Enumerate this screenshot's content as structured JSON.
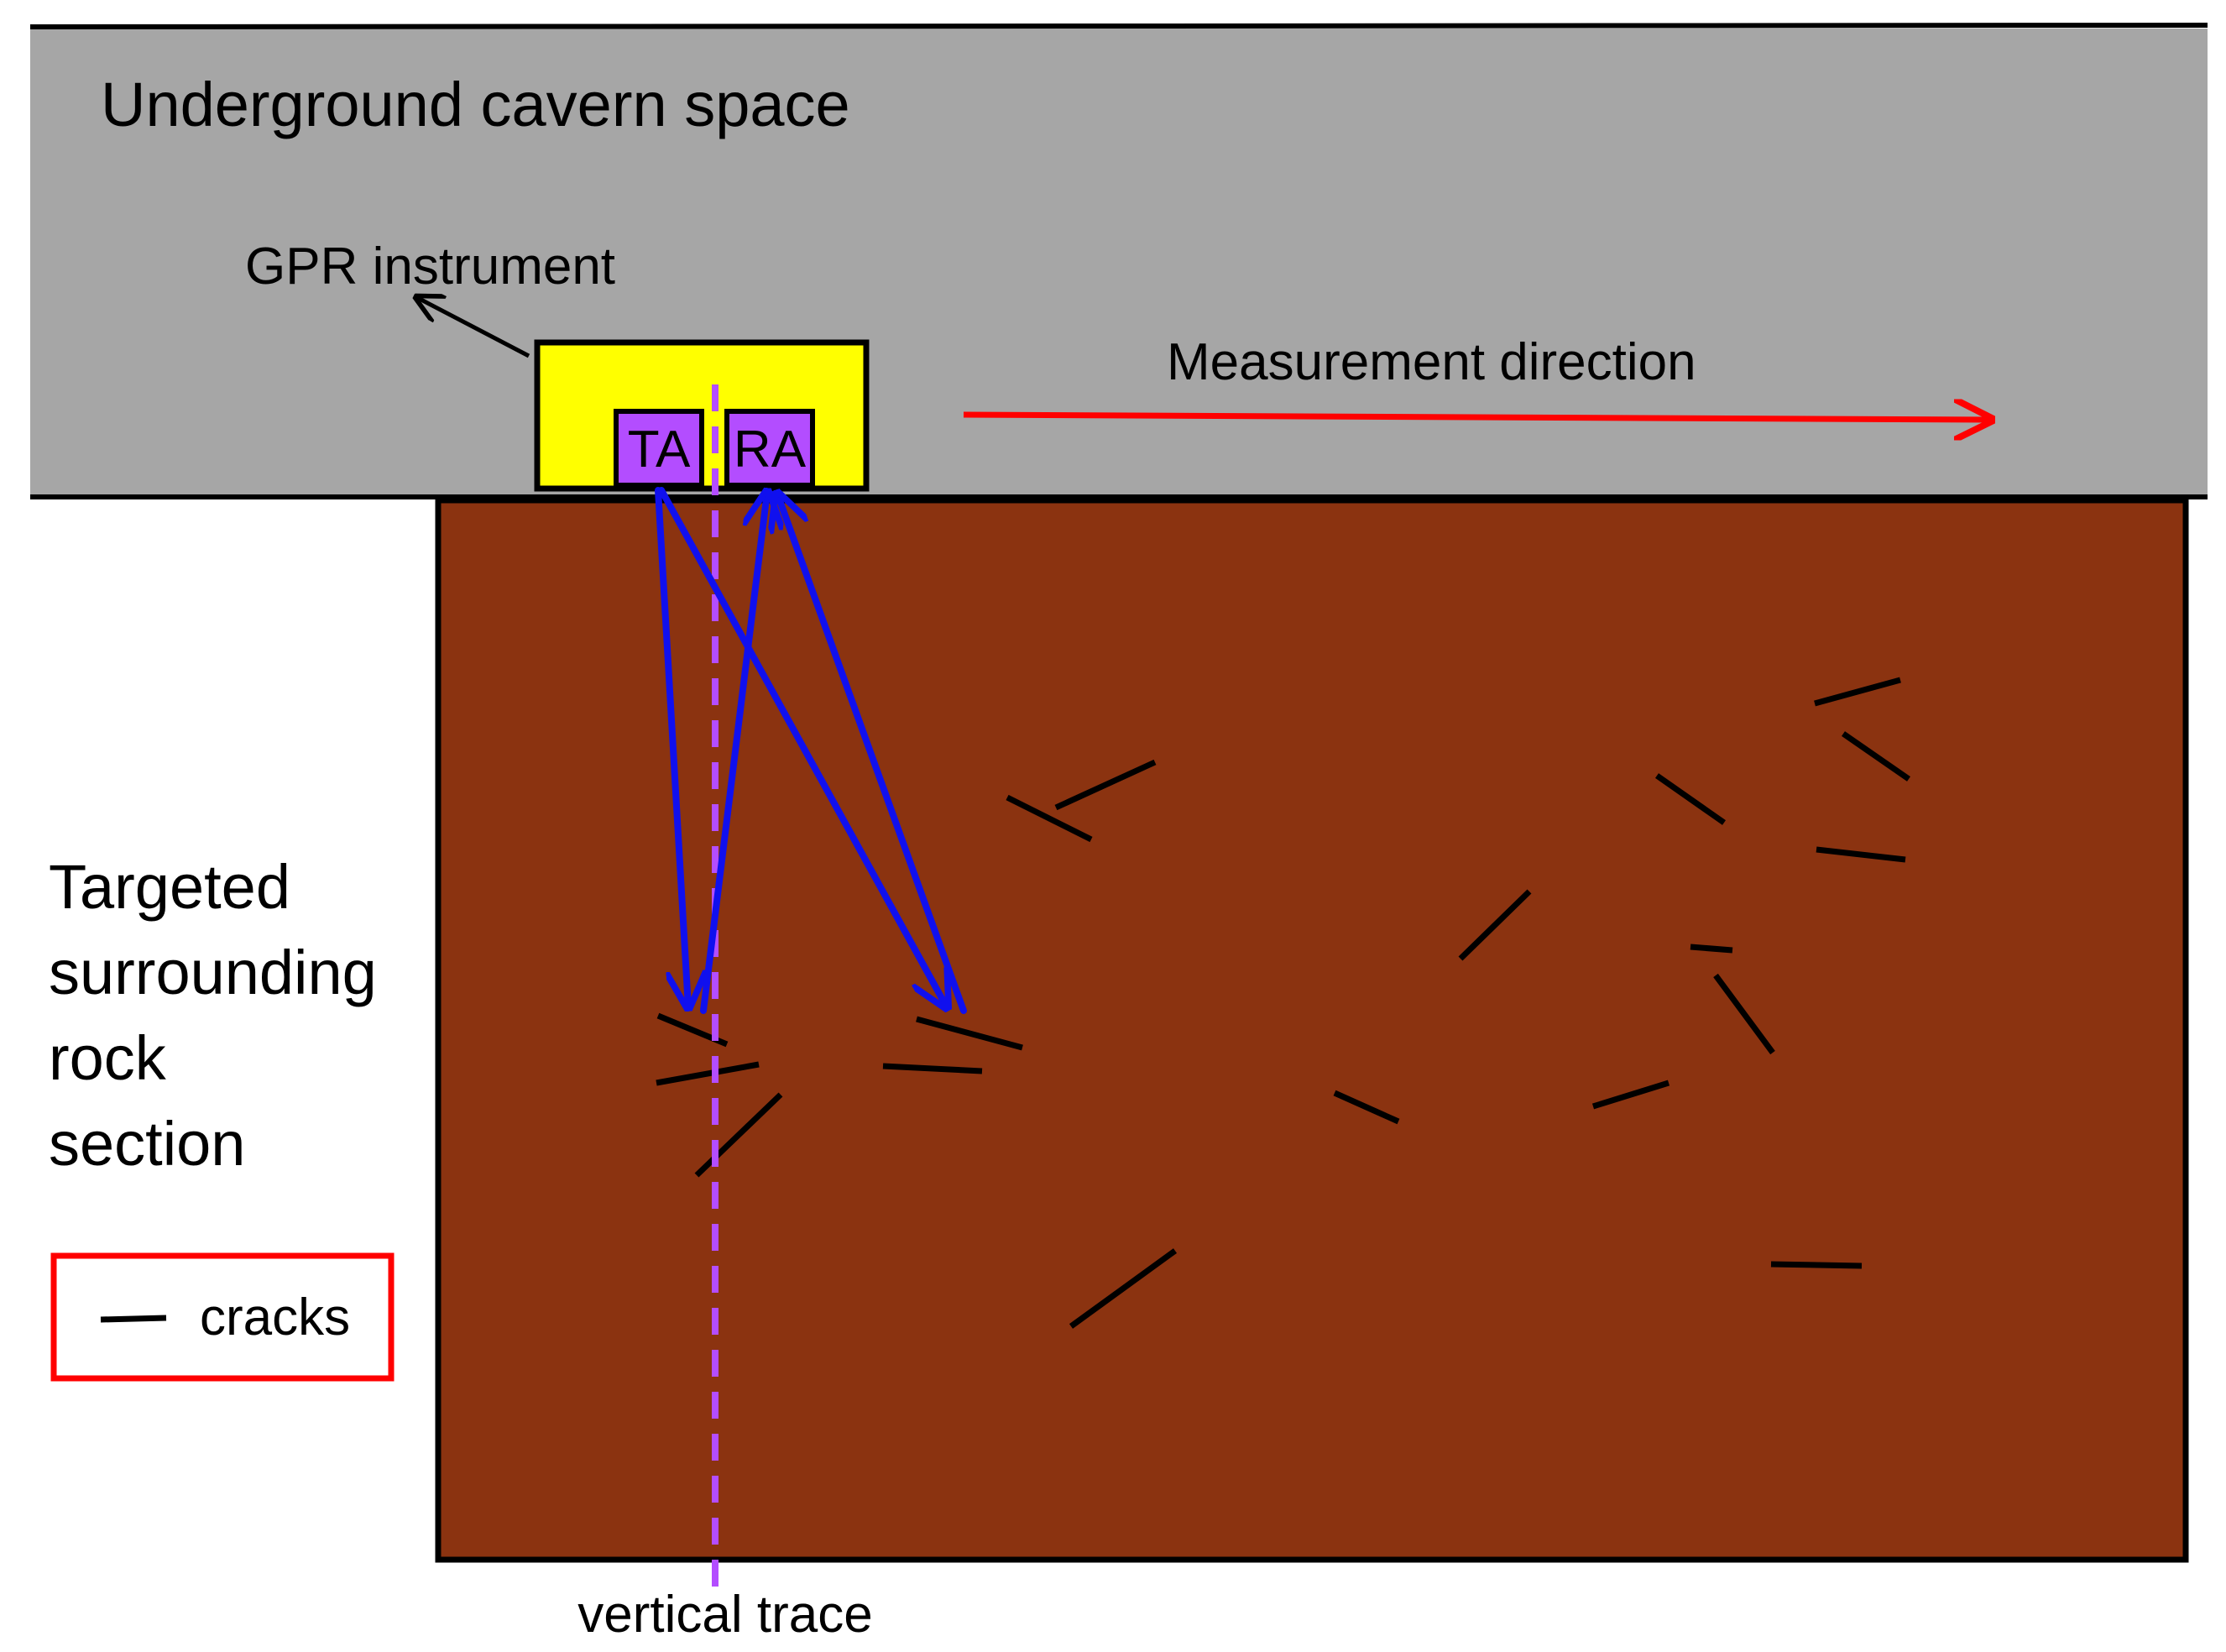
{
  "labels": {
    "cavern": "Underground cavern space",
    "instrument": "GPR instrument",
    "direction": "Measurement direction",
    "antenna_transmit": "TA",
    "antenna_receive": "RA",
    "rock_line1": "Targeted",
    "rock_line2": "surrounding",
    "rock_line3": "rock",
    "rock_line4": "section",
    "legend_item": "cracks",
    "trace": "vertical trace"
  },
  "colors": {
    "cavern_fill": "#a6a6a6",
    "rock_fill": "#8b3310",
    "instrument_fill": "#ffff00",
    "antenna_fill": "#b34dff",
    "ray_color": "#1010ee",
    "direction_arrow": "#ff0000",
    "legend_border": "#ff0000",
    "trace_color": "#b34dff",
    "crack_color": "#000000"
  },
  "icons": {
    "crack": "short-black-line",
    "ray": "blue-arrow",
    "direction": "red-arrow"
  }
}
